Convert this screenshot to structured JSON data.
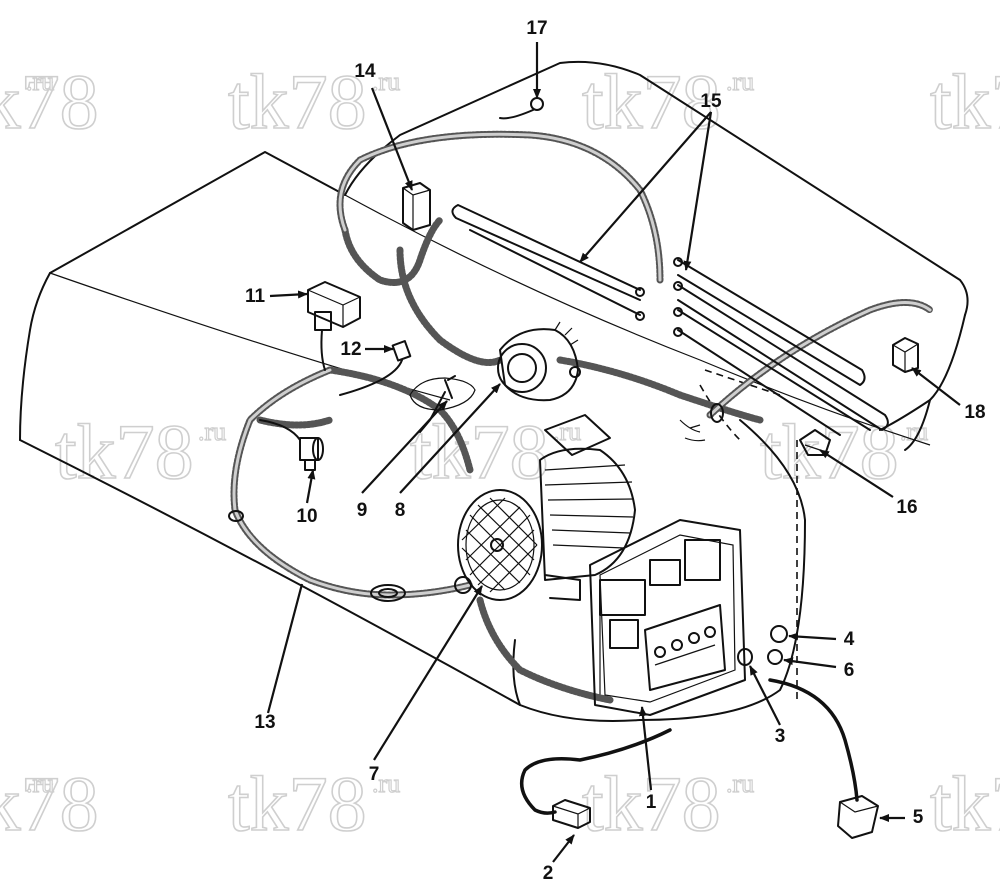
{
  "diagram": {
    "callouts": [
      "1",
      "2",
      "3",
      "4",
      "5",
      "6",
      "7",
      "8",
      "9",
      "10",
      "11",
      "12",
      "13",
      "14",
      "15",
      "16",
      "17",
      "18"
    ],
    "watermark": {
      "main": "tk78",
      "suffix": ".ru"
    }
  }
}
